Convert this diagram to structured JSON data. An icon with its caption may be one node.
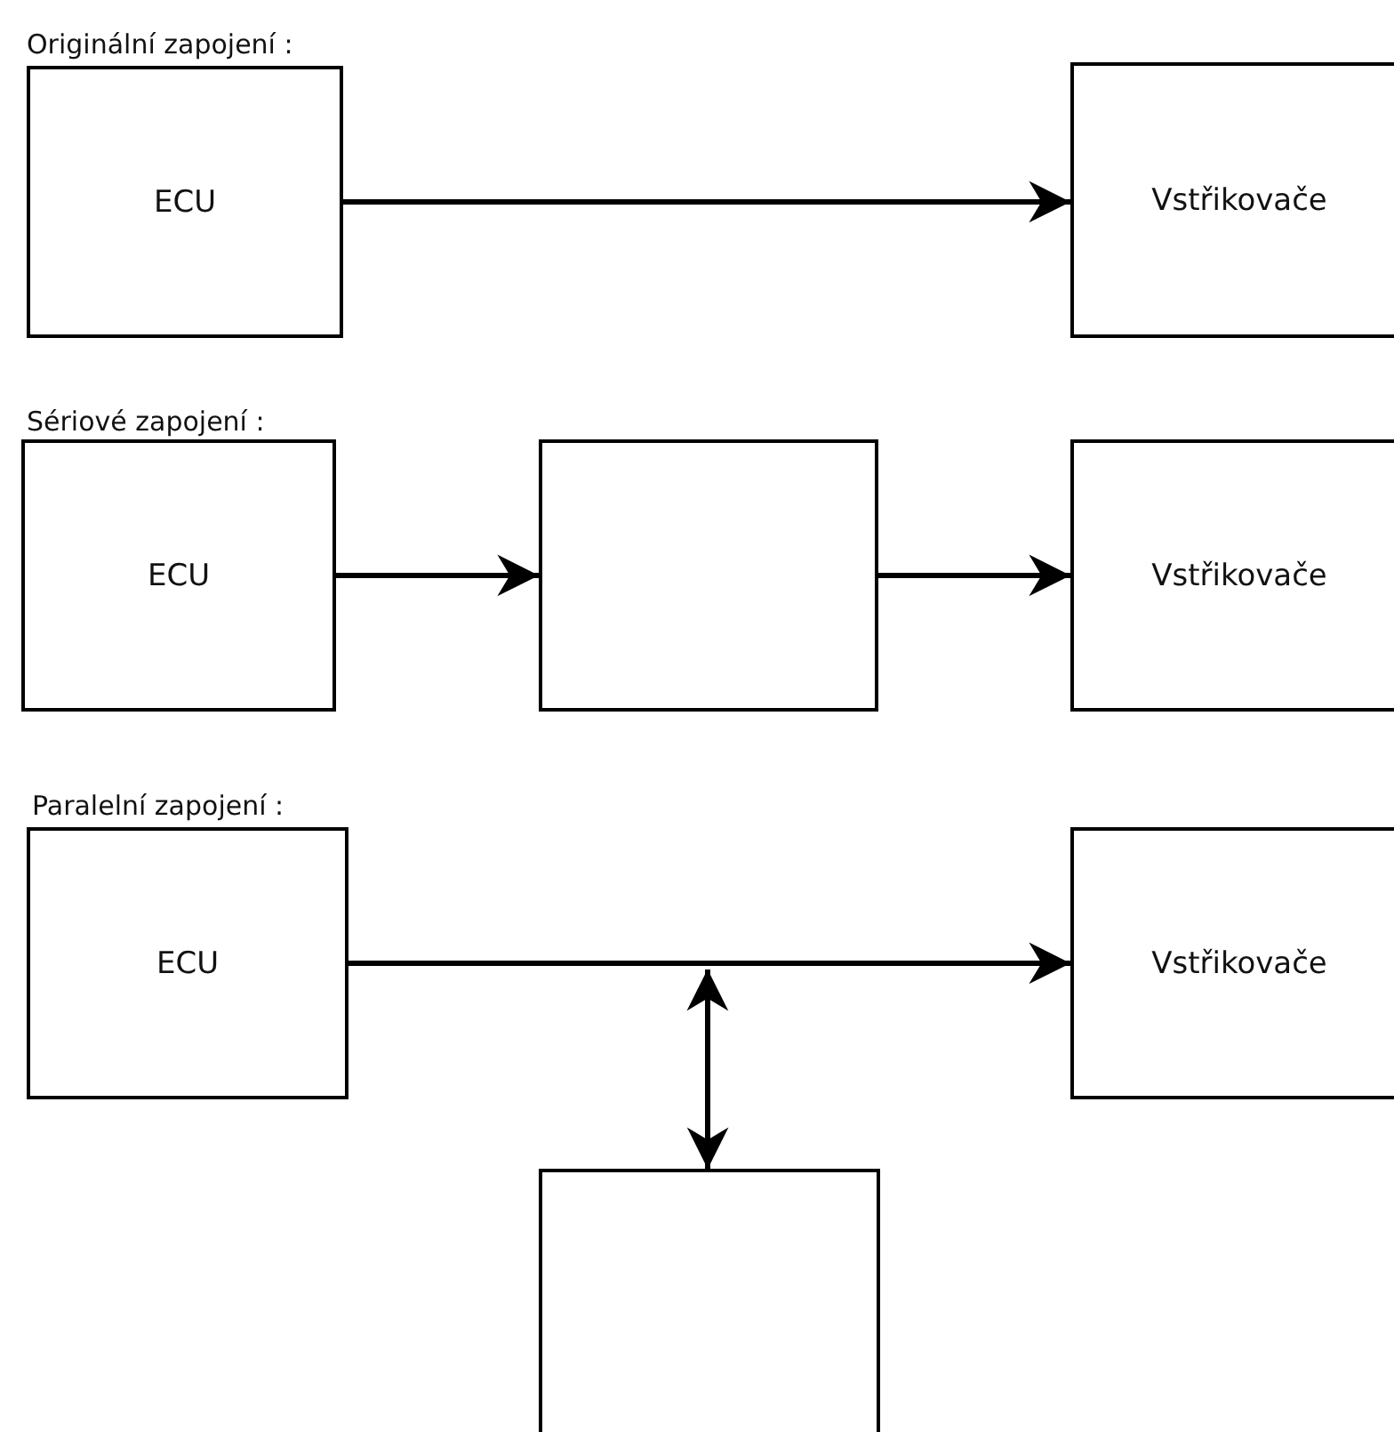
{
  "diagram": {
    "nodes": [
      {
        "text": [
          "ECU"
        ]
      },
      {
        "text": [
          "Vstřikovače"
        ]
      },
      {
        "text": [
          "ECU"
        ]
      },
      {
        "text": [],
        "shape": "box"
      },
      {
        "text": [
          "Vstřikovače"
        ]
      },
      {
        "text": [
          "ECU"
        ]
      },
      {
        "text": [
          "Vstřikovače"
        ]
      },
      {
        "text": [],
        "shape": "box"
      }
    ],
    "edges": [
      {
        "from": 0,
        "to": 1,
        "arrow": "to"
      },
      {
        "from": 2,
        "to": 3,
        "arrow": "to"
      },
      {
        "from": 3,
        "to": 4,
        "arrow": "to"
      },
      {
        "from": 5,
        "to": 6,
        "arrow": "to"
      },
      {
        "from": null,
        "to": 7,
        "arrow": "both"
      }
    ],
    "labels": [
      "Originální zapojení :",
      "Sériové zapojení :",
      "Paralelní zapojení :"
    ]
  }
}
